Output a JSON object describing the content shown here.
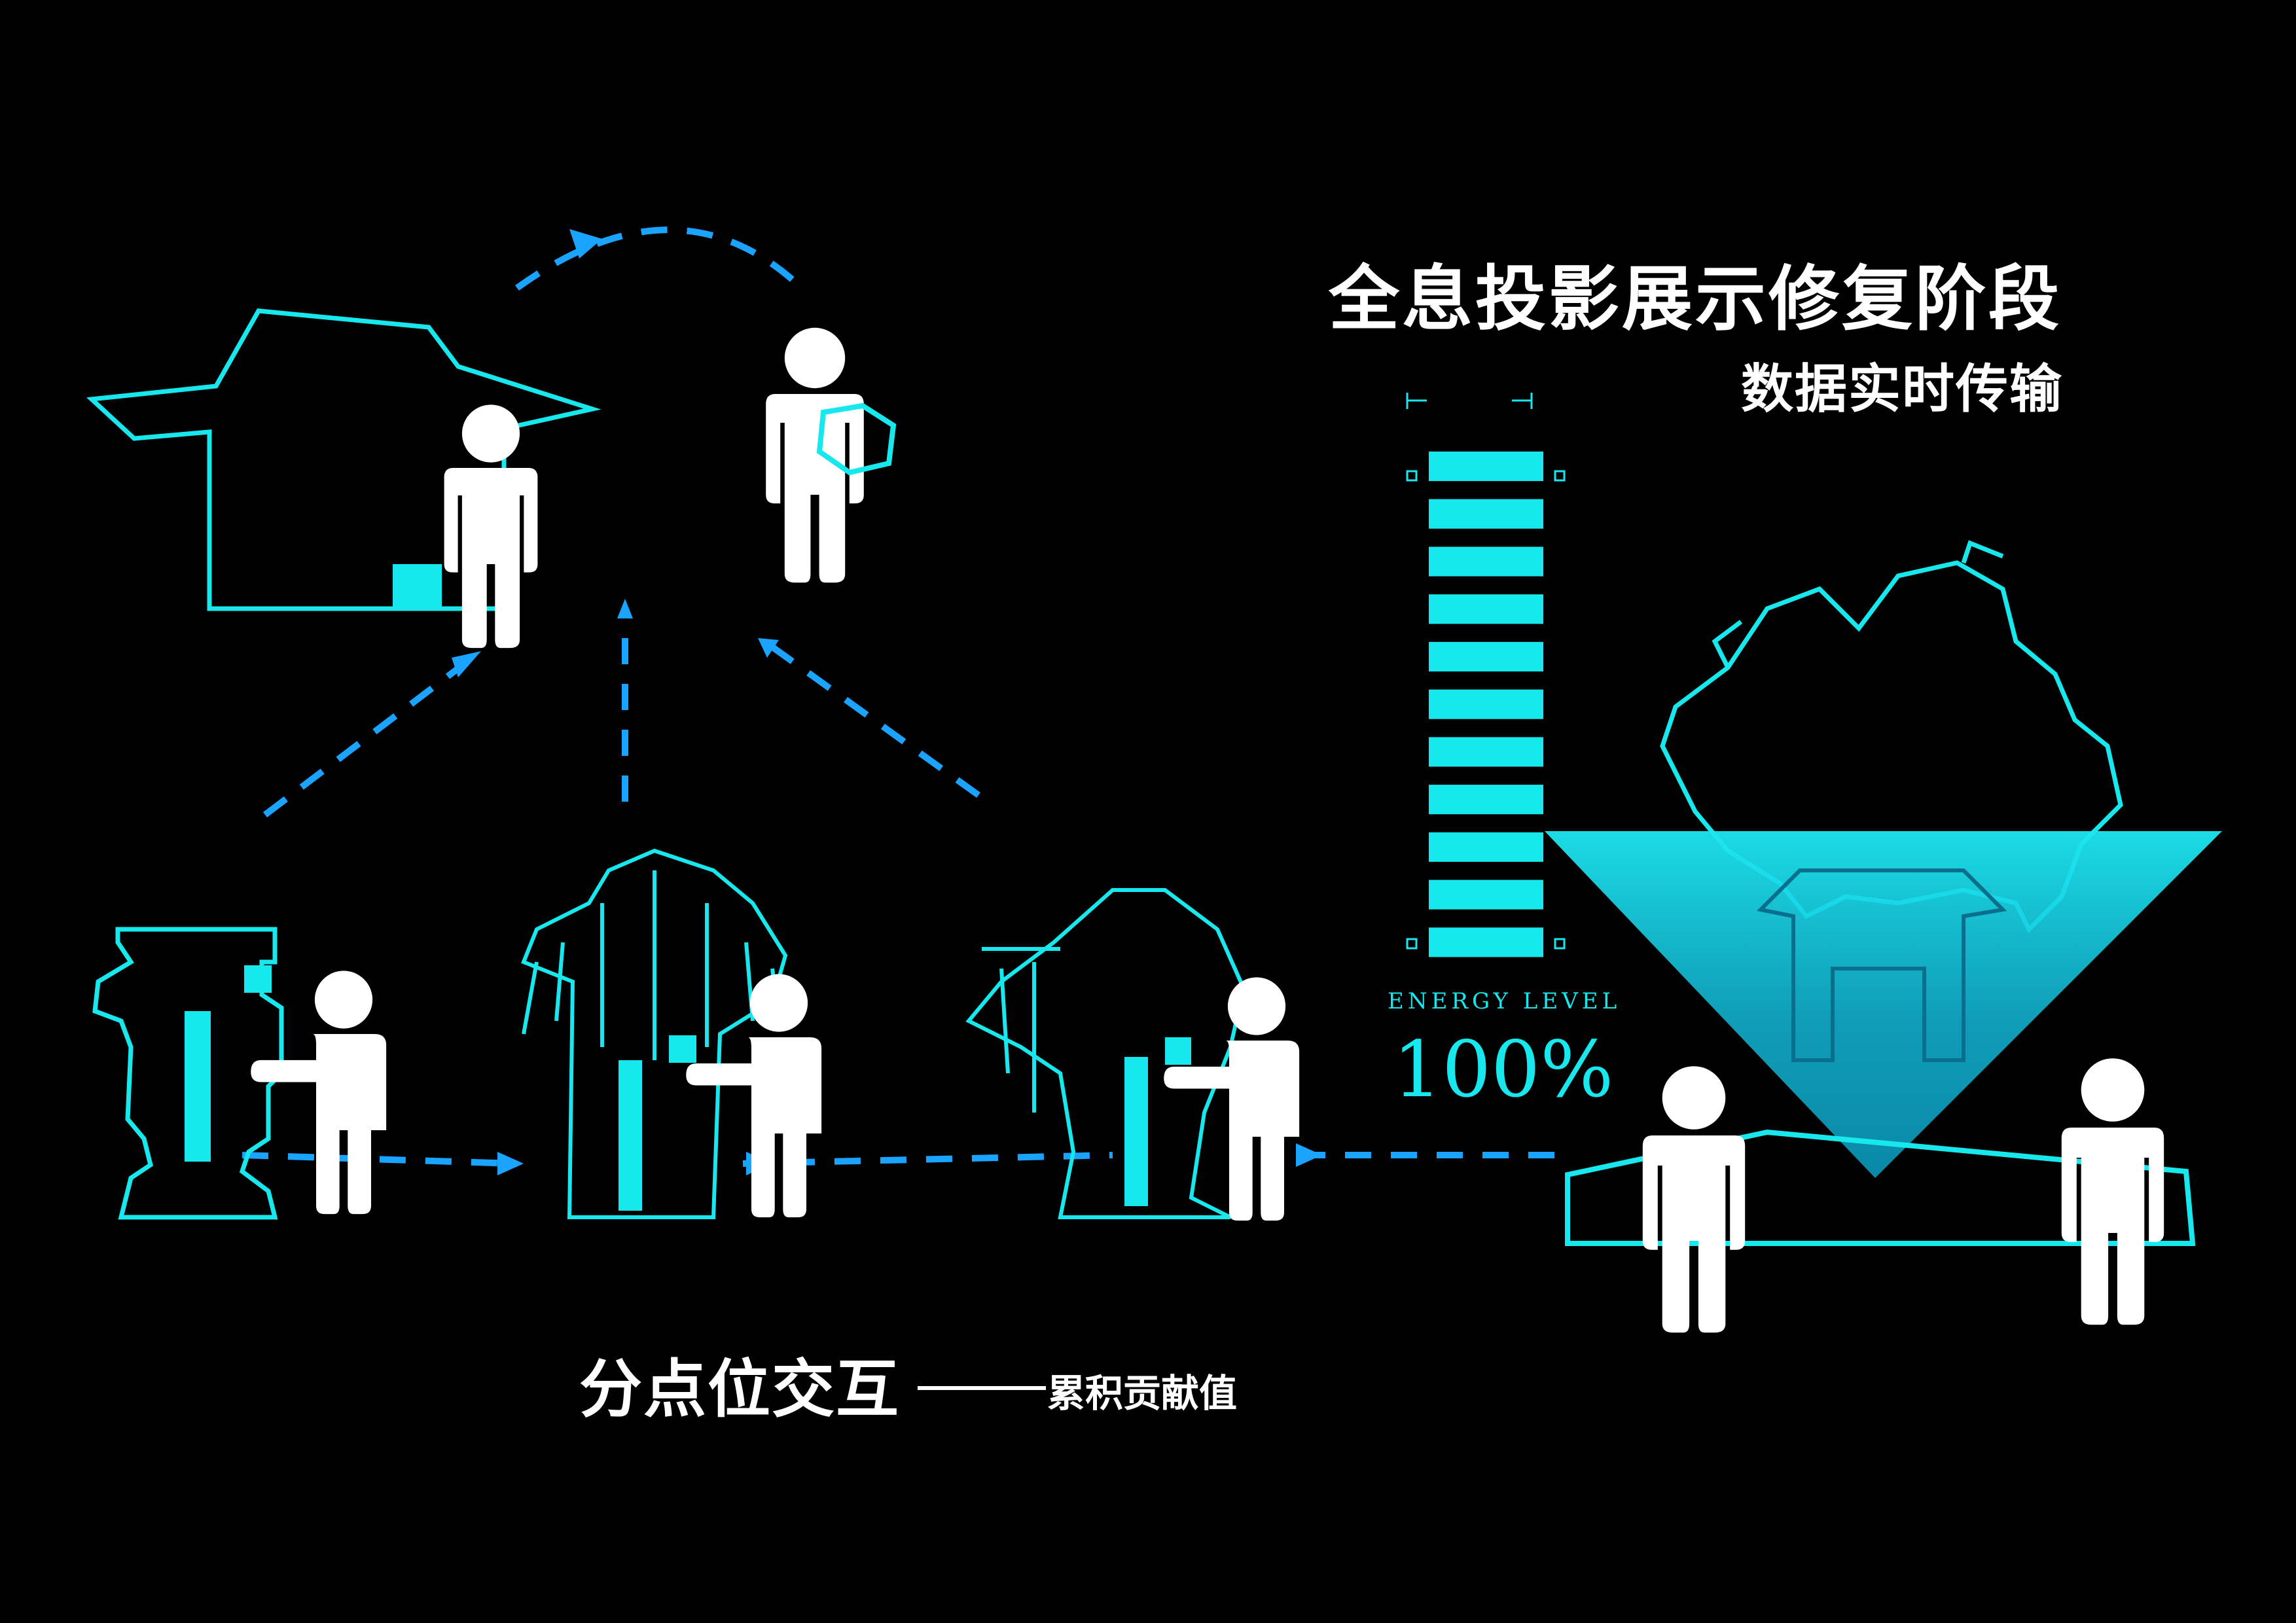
{
  "title": {
    "main": "全息投影展示修复阶段",
    "sub": "数据实时传输"
  },
  "bottom": {
    "main": "分点位交互",
    "sub": "累积贡献值"
  },
  "energy": {
    "label": "ENERGY LEVEL",
    "value_text": "100%",
    "level": 1.0,
    "segments": 11
  },
  "colors": {
    "background": "#000000",
    "accent": "#16e8ee",
    "arrow": "#1aa3ff",
    "text": "#ffffff"
  },
  "icons": [
    "person-icon",
    "ancient-gate-icon",
    "pavilion-icon",
    "stupa-icon",
    "forest-icon",
    "tree-icon",
    "hologram-cube-icon",
    "hologram-pyramid-icon"
  ]
}
